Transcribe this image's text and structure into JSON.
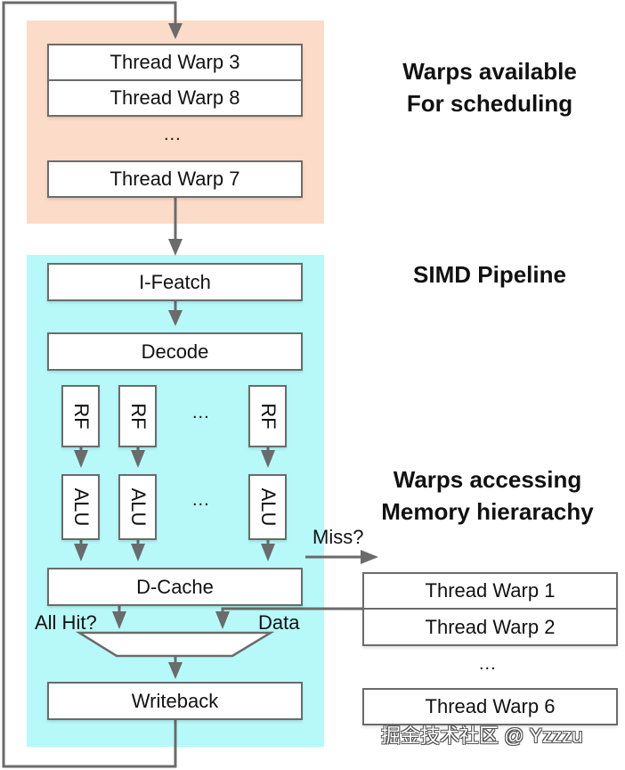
{
  "colors": {
    "scheduling_panel": "#fcdcc8",
    "simd_panel": "#b7f9f9",
    "wire": "#6b6b6b"
  },
  "headings": {
    "scheduling_line1": "Warps available",
    "scheduling_line2": "For scheduling",
    "simd": "SIMD Pipeline",
    "memory_line1": "Warps accessing",
    "memory_line2": "Memory hierarachy"
  },
  "scheduling_queue": {
    "warps": [
      "Thread Warp 3",
      "Thread Warp 8"
    ],
    "ellipsis": "...",
    "last_warp": "Thread Warp 7"
  },
  "pipeline": {
    "fetch": "I-Featch",
    "decode": "Decode",
    "rf_lanes": [
      "RF",
      "RF",
      "RF"
    ],
    "alu_lanes": [
      "ALU",
      "ALU",
      "ALU"
    ],
    "lane_ellipsis": "...",
    "dcache": "D-Cache",
    "all_hit_label": "All Hit?",
    "data_label": "Data",
    "writeback": "Writeback"
  },
  "memory_queue": {
    "miss_label": "Miss?",
    "warps": [
      "Thread Warp 1",
      "Thread Warp 2"
    ],
    "ellipsis": "...",
    "last_warp": "Thread Warp 6"
  },
  "watermark": "掘金技术社区 @ Yzzzu"
}
